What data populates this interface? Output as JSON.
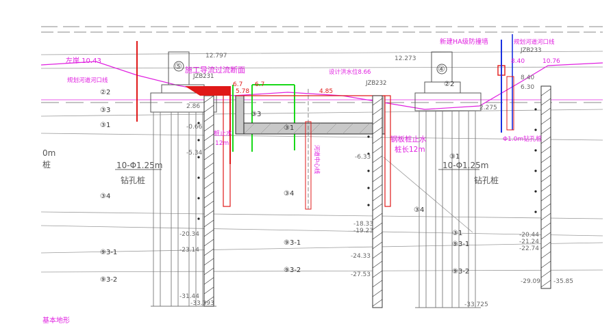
{
  "colors": {
    "magenta": "#e020e0",
    "red": "#e01818",
    "blue": "#1830e0",
    "green": "#18d818",
    "black": "#202020",
    "gray": "#8a8a8a"
  },
  "labels": {
    "design_note": "施工导流过流断面",
    "left_bank": "左岸 10.43",
    "planned_river_left": "规划河道河口线",
    "flood_level": "设计洪水位8.66",
    "new_barrier": "新建HA级防撞墙",
    "planned_river_right": "规划河道河口线",
    "steel_pile": "钢板桩止水",
    "steel_pile_len": "桩长12m",
    "left_pile_note": "桩止水",
    "left_pile_len": "12m",
    "river_center": "河道中心线",
    "left_pile_group": "10-Φ1.25m",
    "left_pile_type": "钻孔桩",
    "right_pile_group": "10-Φ1.25m",
    "right_pile_type": "钻孔桩",
    "right_drill_pile": "Φ1.0m钻孔桩",
    "edge_top": "0m",
    "edge_bottom": "桩",
    "bottom_fragment": "基本地形",
    "label_jz_right": "JZB233",
    "label_jz_mid": "JZB232",
    "label_jz_left": "JZB231"
  },
  "elevations": {
    "e1": "12.797",
    "e2": "12.273",
    "e3": "10.76",
    "e4": "8.40",
    "e5": "4.85",
    "e6": "6.7",
    "e7": "6.7",
    "e8": "5.78",
    "e9": "2.86",
    "e10": "2.275",
    "e11": "-0.66",
    "e12": "-5.34",
    "e13": "-6.33",
    "e14": "-18.33",
    "e15": "-19.23",
    "e16": "-20.34",
    "e17": "-23.14",
    "e18": "-24.33",
    "e19": "-27.53",
    "e20": "-31.44",
    "e21": "-33.393",
    "e22": "-33.725",
    "e23": "-20.44",
    "e24": "-21.24",
    "e25": "-22.74",
    "e26": "-29.09",
    "e27": "-35.85",
    "e28": "6.30",
    "e29": "8.40"
  },
  "layers": {
    "l1": "②2",
    "l2": "③3",
    "l3": "③1",
    "l4": "③4",
    "l5": "⑨3-1",
    "l6": "⑨3-2",
    "m1": "③3",
    "m2": "③1",
    "m3": "③4",
    "m4": "⑨3-1",
    "m5": "⑨3-2",
    "r1": "②2",
    "r2": "③1",
    "r3": "③4",
    "r4": "⑨3-1",
    "r5": "⑨3-2",
    "r6": "③1"
  },
  "pier_marks": {
    "left": "⑤",
    "right": "④"
  }
}
